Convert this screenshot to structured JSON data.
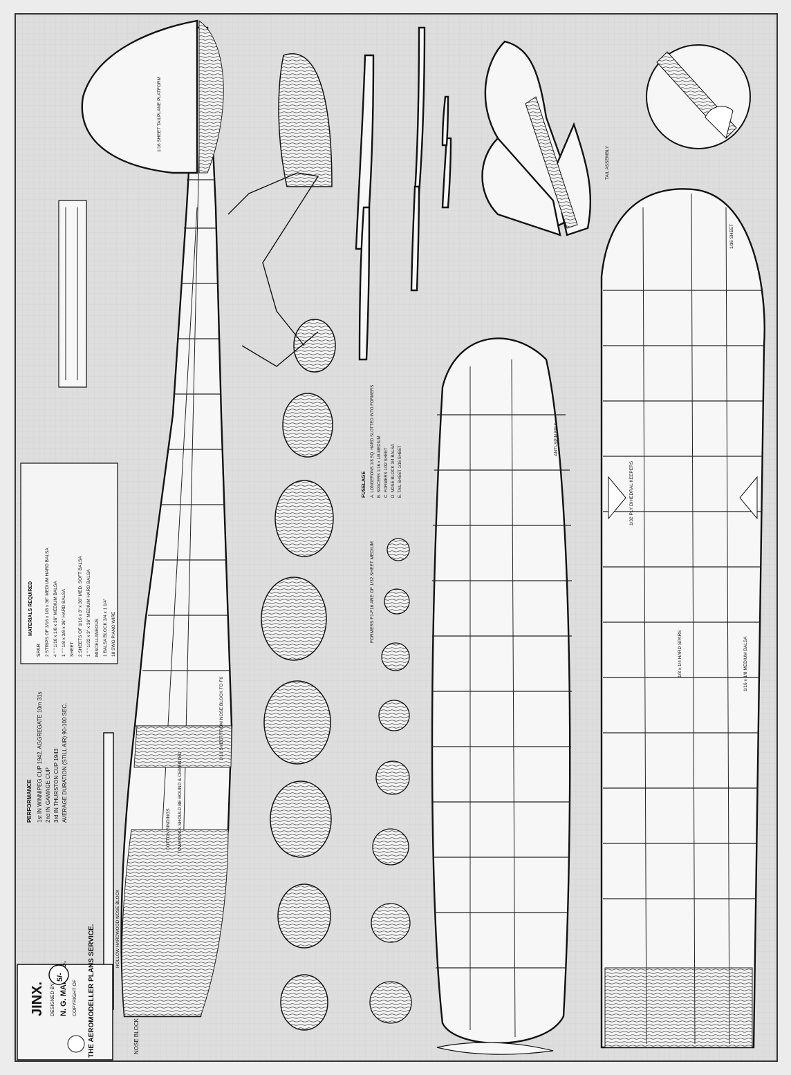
{
  "title_block": {
    "model_name": "JINX.",
    "designed_by_label": "DESIGNED BY",
    "designer": "N. G. MARCUS.",
    "copyright_label": "COPYRIGHT OF",
    "publisher": "THE AEROMODELLER PLANS SERVICE.",
    "price": "5/-"
  },
  "materials": {
    "heading": "MATERIALS REQUIRED",
    "col_label": "SPAR",
    "lines": [
      "2 STRIPS OF 3/16 x 1/8 x 36\" MEDIUM HARD BALSA",
      "4 \"    \"   1/16 x 1/8 x 36\"  MEDIUM BALSA",
      "1 \"    \"   1/8 x 3/8 x 36\"  HARD BALSA",
      "SHEET",
      "2 SHEETS OF 1/16 x 3\" x 36\" MED. SOFT BALSA",
      "1 \"    \"   1/32 x 3\" x 36\" MEDIUM HARD BALSA",
      "MISCELLANEOUS",
      "1 BALSA BLOCK 3/4 x 1 1/4\"",
      "18 SWG PIANO WIRE"
    ]
  },
  "performance": {
    "heading": "PERFORMANCE",
    "lines": [
      "1st IN WINNIPEG CUP 1942, AGGREGATE 10m 31s",
      "2nd IN GAMAGE CUP",
      "3rd IN THURSTON CUP 1943",
      "AVERAGE DURATION (STILL AIR) 90-100 SEC."
    ]
  },
  "notes": {
    "fuselage_heading": "FUSELAGE",
    "fuselage_lines": [
      "A. LONGERONS 1/8 SQ. HARD SLOTTED INTO FORMERS",
      "B. SPACERS 1/16 x 1/8 MEDIUM",
      "C. FORMERS 1/32 SHEET",
      "D. NOSE BLOCK 3/4 BALSA",
      "E. TAIL SHEET 1/16 SHEET"
    ],
    "formers_note": "FORMERS F1-F16 ARE OF 1/32 SHEET MEDIUM"
  },
  "annotations": {
    "nose_block": "NOSE BLOCK",
    "hollow_nose": "HOLLOW HARDWOOD NOSE BLOCK",
    "cotton_bindings": "COTTON BINDINGS",
    "towhooks": "TOWHOOKS SHOULD BE BOUND & CEMENTED",
    "sheet_from_nose": "1/16 SHEET FROM NOSE BLOCK TO F6",
    "anti_spin_fins": "ANTI-SPIN FINS",
    "ply_dihedral": "1/32 PLY DIHEDRAL KEEPERS",
    "medium_balsa": "1/16 x 1/8 MEDIUM BALSA",
    "hard_spars": "1/8 x 1/4 HARD SPARS",
    "tailplane_platform": "1/16 SHEET TAILPLANE PLATFORM",
    "wing_tip": "1/16 SHEET",
    "tail_section": "TAIL ASSEMBLY"
  },
  "colors": {
    "paper": "#e6e6e6",
    "ink": "#111111",
    "part": "#f7f7f7"
  }
}
